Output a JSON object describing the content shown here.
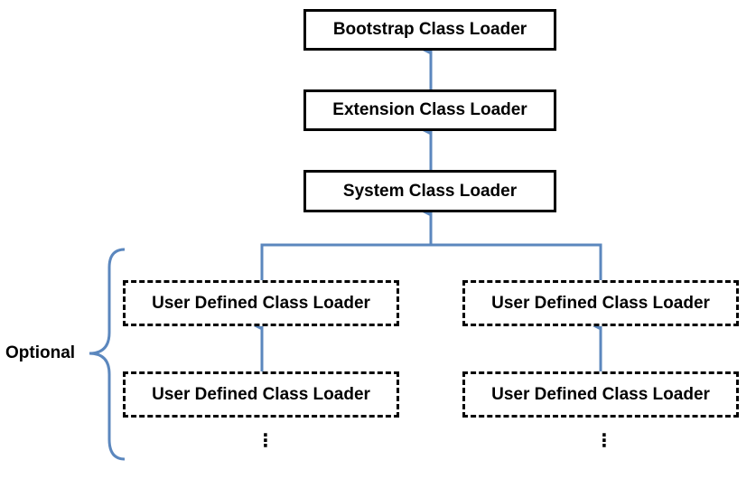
{
  "nodes": {
    "bootstrap": "Bootstrap Class Loader",
    "extension": "Extension Class Loader",
    "system": "System Class Loader",
    "user_left_top": "User Defined Class Loader",
    "user_left_bottom": "User Defined Class Loader",
    "user_right_top": "User Defined Class Loader",
    "user_right_bottom": "User Defined Class Loader"
  },
  "group_label": "Optional",
  "continuation": "⋮",
  "colors": {
    "arrow": "#5b87be",
    "border": "#000000",
    "brace": "#5b87be"
  }
}
